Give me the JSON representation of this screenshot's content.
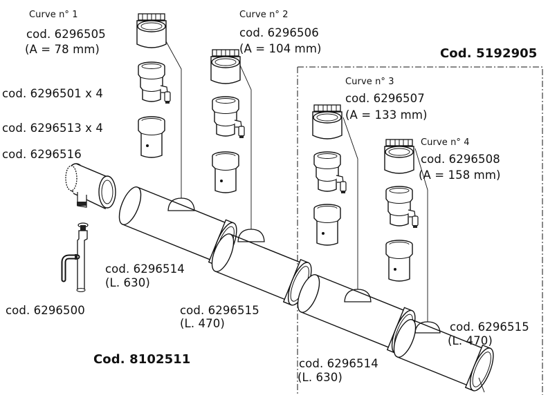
{
  "labels": {
    "curve1_title": "Curve n° 1",
    "curve1_code": "cod. 6296505",
    "curve1_a": "(A = 78 mm)",
    "curve2_title": "Curve n° 2",
    "curve2_code": "cod. 6296506",
    "curve2_a": "(A = 104 mm)",
    "kit_right": "Cod. 5192905",
    "curve3_title": "Curve n° 3",
    "curve3_code": "cod. 6296507",
    "curve3_a": "(A = 133 mm)",
    "curve4_title": "Curve n° 4",
    "curve4_code": "cod. 6296508",
    "curve4_a": "(A = 158 mm)",
    "part_6296501": "cod. 6296501 x 4",
    "part_6296513": "cod. 6296513 x 4",
    "part_6296516": "cod. 6296516",
    "pipe1_code": "cod. 6296514",
    "pipe1_len": "(L. 630)",
    "pipe2_code": "cod. 6296515",
    "pipe2_len": "(L. 470)",
    "part_6296500": "cod. 6296500",
    "kit_left": "Cod. 8102511",
    "pipe3_code": "cod. 6296514",
    "pipe3_len": "(L. 630)",
    "pipe4_code": "cod. 6296515",
    "pipe4_len": "(L. 470)"
  }
}
